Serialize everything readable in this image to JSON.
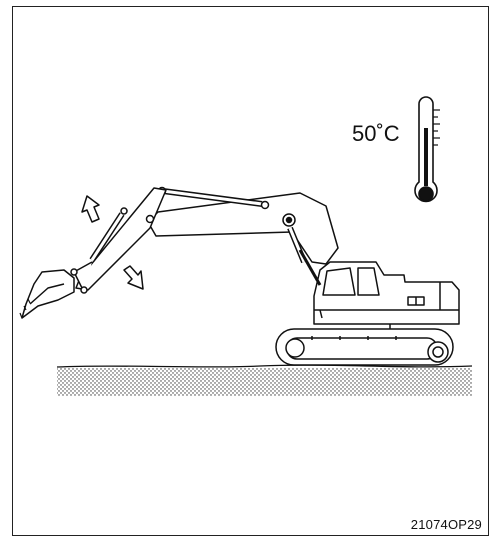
{
  "figure": {
    "temperature_label": "50˚C",
    "caption": "21074OP29"
  },
  "colors": {
    "line": "#111111",
    "background": "#ffffff"
  },
  "icons": [
    "thermometer-icon",
    "up-arrow-icon",
    "down-arrow-icon",
    "excavator-illustration"
  ]
}
